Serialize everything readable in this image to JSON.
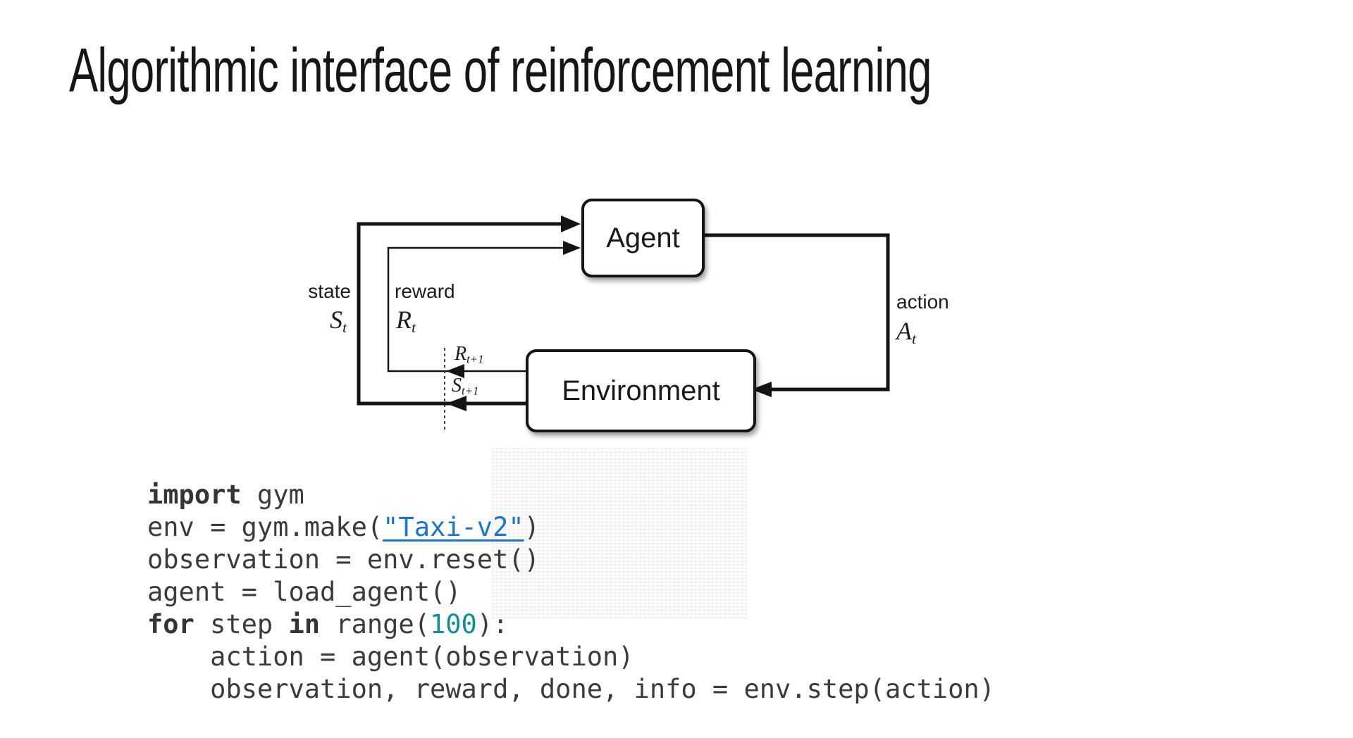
{
  "title": "Algorithmic interface of reinforcement learning",
  "diagram": {
    "agent_label": "Agent",
    "environment_label": "Environment",
    "state_label": "state",
    "reward_label": "reward",
    "action_label": "action",
    "state_sym": "S",
    "state_sub": "t",
    "reward_sym": "R",
    "reward_sub": "t",
    "action_sym": "A",
    "action_sub": "t",
    "next_reward_sym": "R",
    "next_reward_sub": "t+1",
    "next_state_sym": "S",
    "next_state_sub": "t+1"
  },
  "code": {
    "lines": [
      [
        {
          "t": "import",
          "c": "kw"
        },
        {
          "t": " gym",
          "c": "pl"
        }
      ],
      [
        {
          "t": "env = gym.make(",
          "c": "pl"
        },
        {
          "t": "\"Taxi-v2\"",
          "c": "link"
        },
        {
          "t": ")",
          "c": "pl"
        }
      ],
      [
        {
          "t": "observation = env.reset()",
          "c": "pl"
        }
      ],
      [
        {
          "t": "agent = load_agent()",
          "c": "pl"
        }
      ],
      [
        {
          "t": "for",
          "c": "kw"
        },
        {
          "t": " step ",
          "c": "pl"
        },
        {
          "t": "in",
          "c": "kw"
        },
        {
          "t": " range(",
          "c": "pl"
        },
        {
          "t": "100",
          "c": "num"
        },
        {
          "t": "):",
          "c": "pl"
        }
      ],
      [
        {
          "t": "    action = agent(observation)",
          "c": "pl"
        }
      ],
      [
        {
          "t": "    observation, reward, done, info = env.step(action)",
          "c": "pl"
        }
      ]
    ]
  },
  "colors": {
    "link": "#1d74cd",
    "number": "#118e96",
    "code_text": "#3b3b3b",
    "diagram_ink": "#141414"
  }
}
